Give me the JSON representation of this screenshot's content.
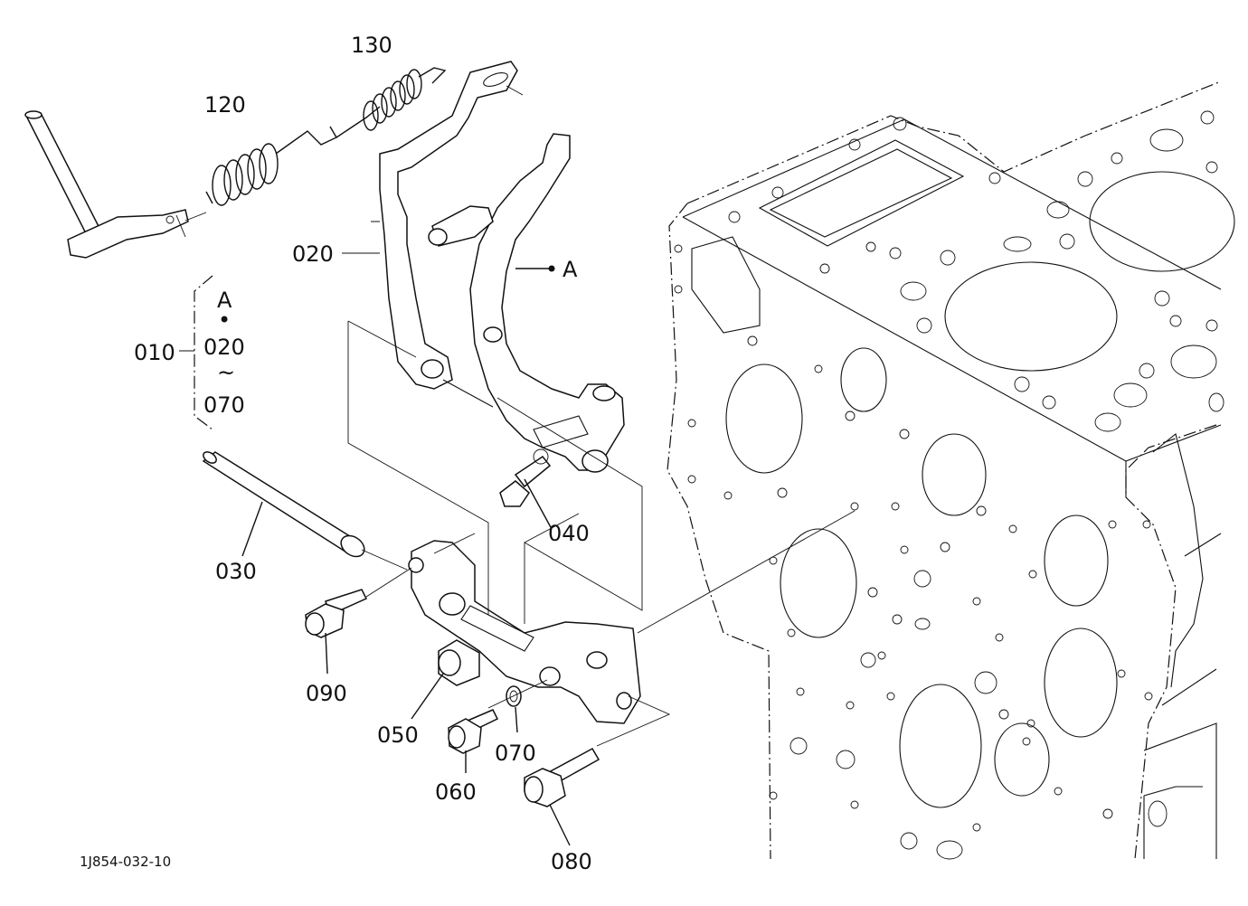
{
  "diagram": {
    "reference_code": "1J854-032-10",
    "callout_letter": "A",
    "group": {
      "label": "010",
      "items": [
        "A",
        "•",
        "020",
        "~",
        "070"
      ]
    },
    "part_numbers": {
      "p020": "020",
      "p030": "030",
      "p040": "040",
      "p050": "050",
      "p060": "060",
      "p070": "070",
      "p080": "080",
      "p090": "090",
      "p120": "120",
      "p130": "130"
    }
  }
}
